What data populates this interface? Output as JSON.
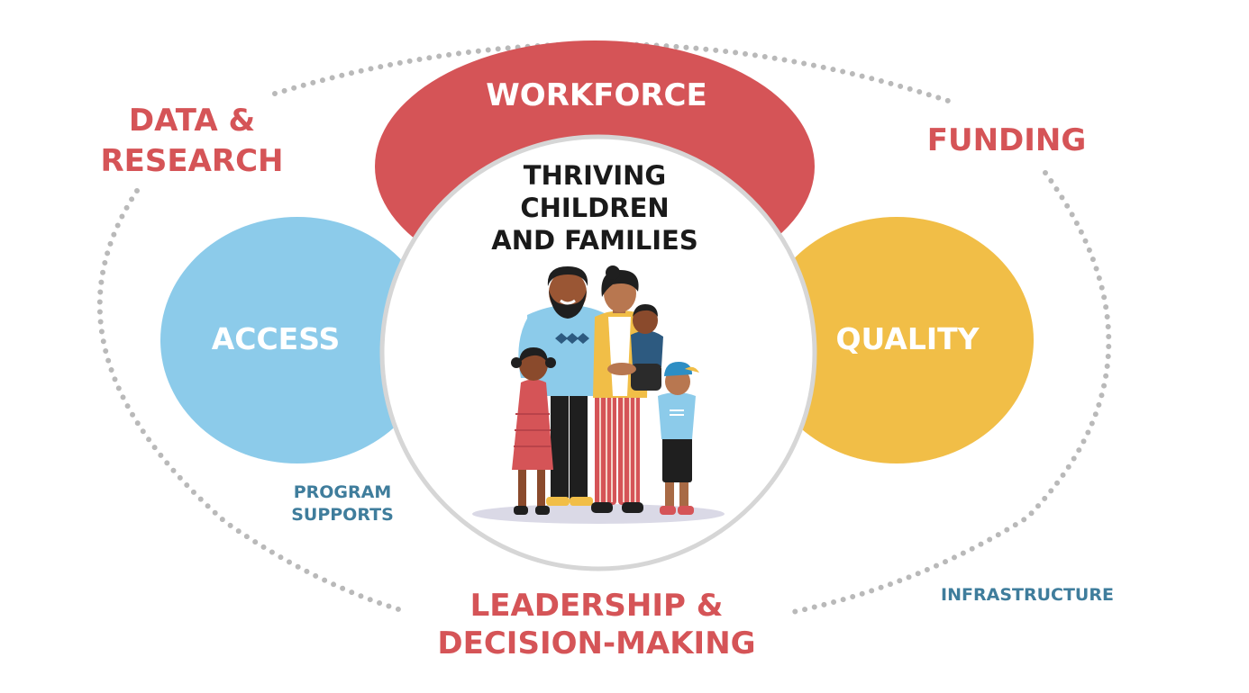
{
  "diagram": {
    "outer_labels": {
      "data_research": [
        "DATA &",
        "RESEARCH"
      ],
      "funding": "FUNDING",
      "leadership": [
        "LEADERSHIP &",
        "DECISION-MAKING"
      ]
    },
    "pillars": {
      "workforce": "WORKFORCE",
      "access": "ACCESS",
      "quality": "QUALITY"
    },
    "center": {
      "title": [
        "THRIVING",
        "CHILDREN",
        "AND FAMILIES"
      ]
    },
    "ring_labels": {
      "program_supports": [
        "PROGRAM",
        "SUPPORTS"
      ],
      "infrastructure": "INFRASTRUCTURE"
    },
    "colors": {
      "red": "#d55457",
      "blue": "#8ccbea",
      "yellow": "#f1be47",
      "label_red": "#d55457",
      "label_blue": "#3f7d9c",
      "dots": "#b9b9b9",
      "center_title": "#1a1a1a"
    }
  }
}
